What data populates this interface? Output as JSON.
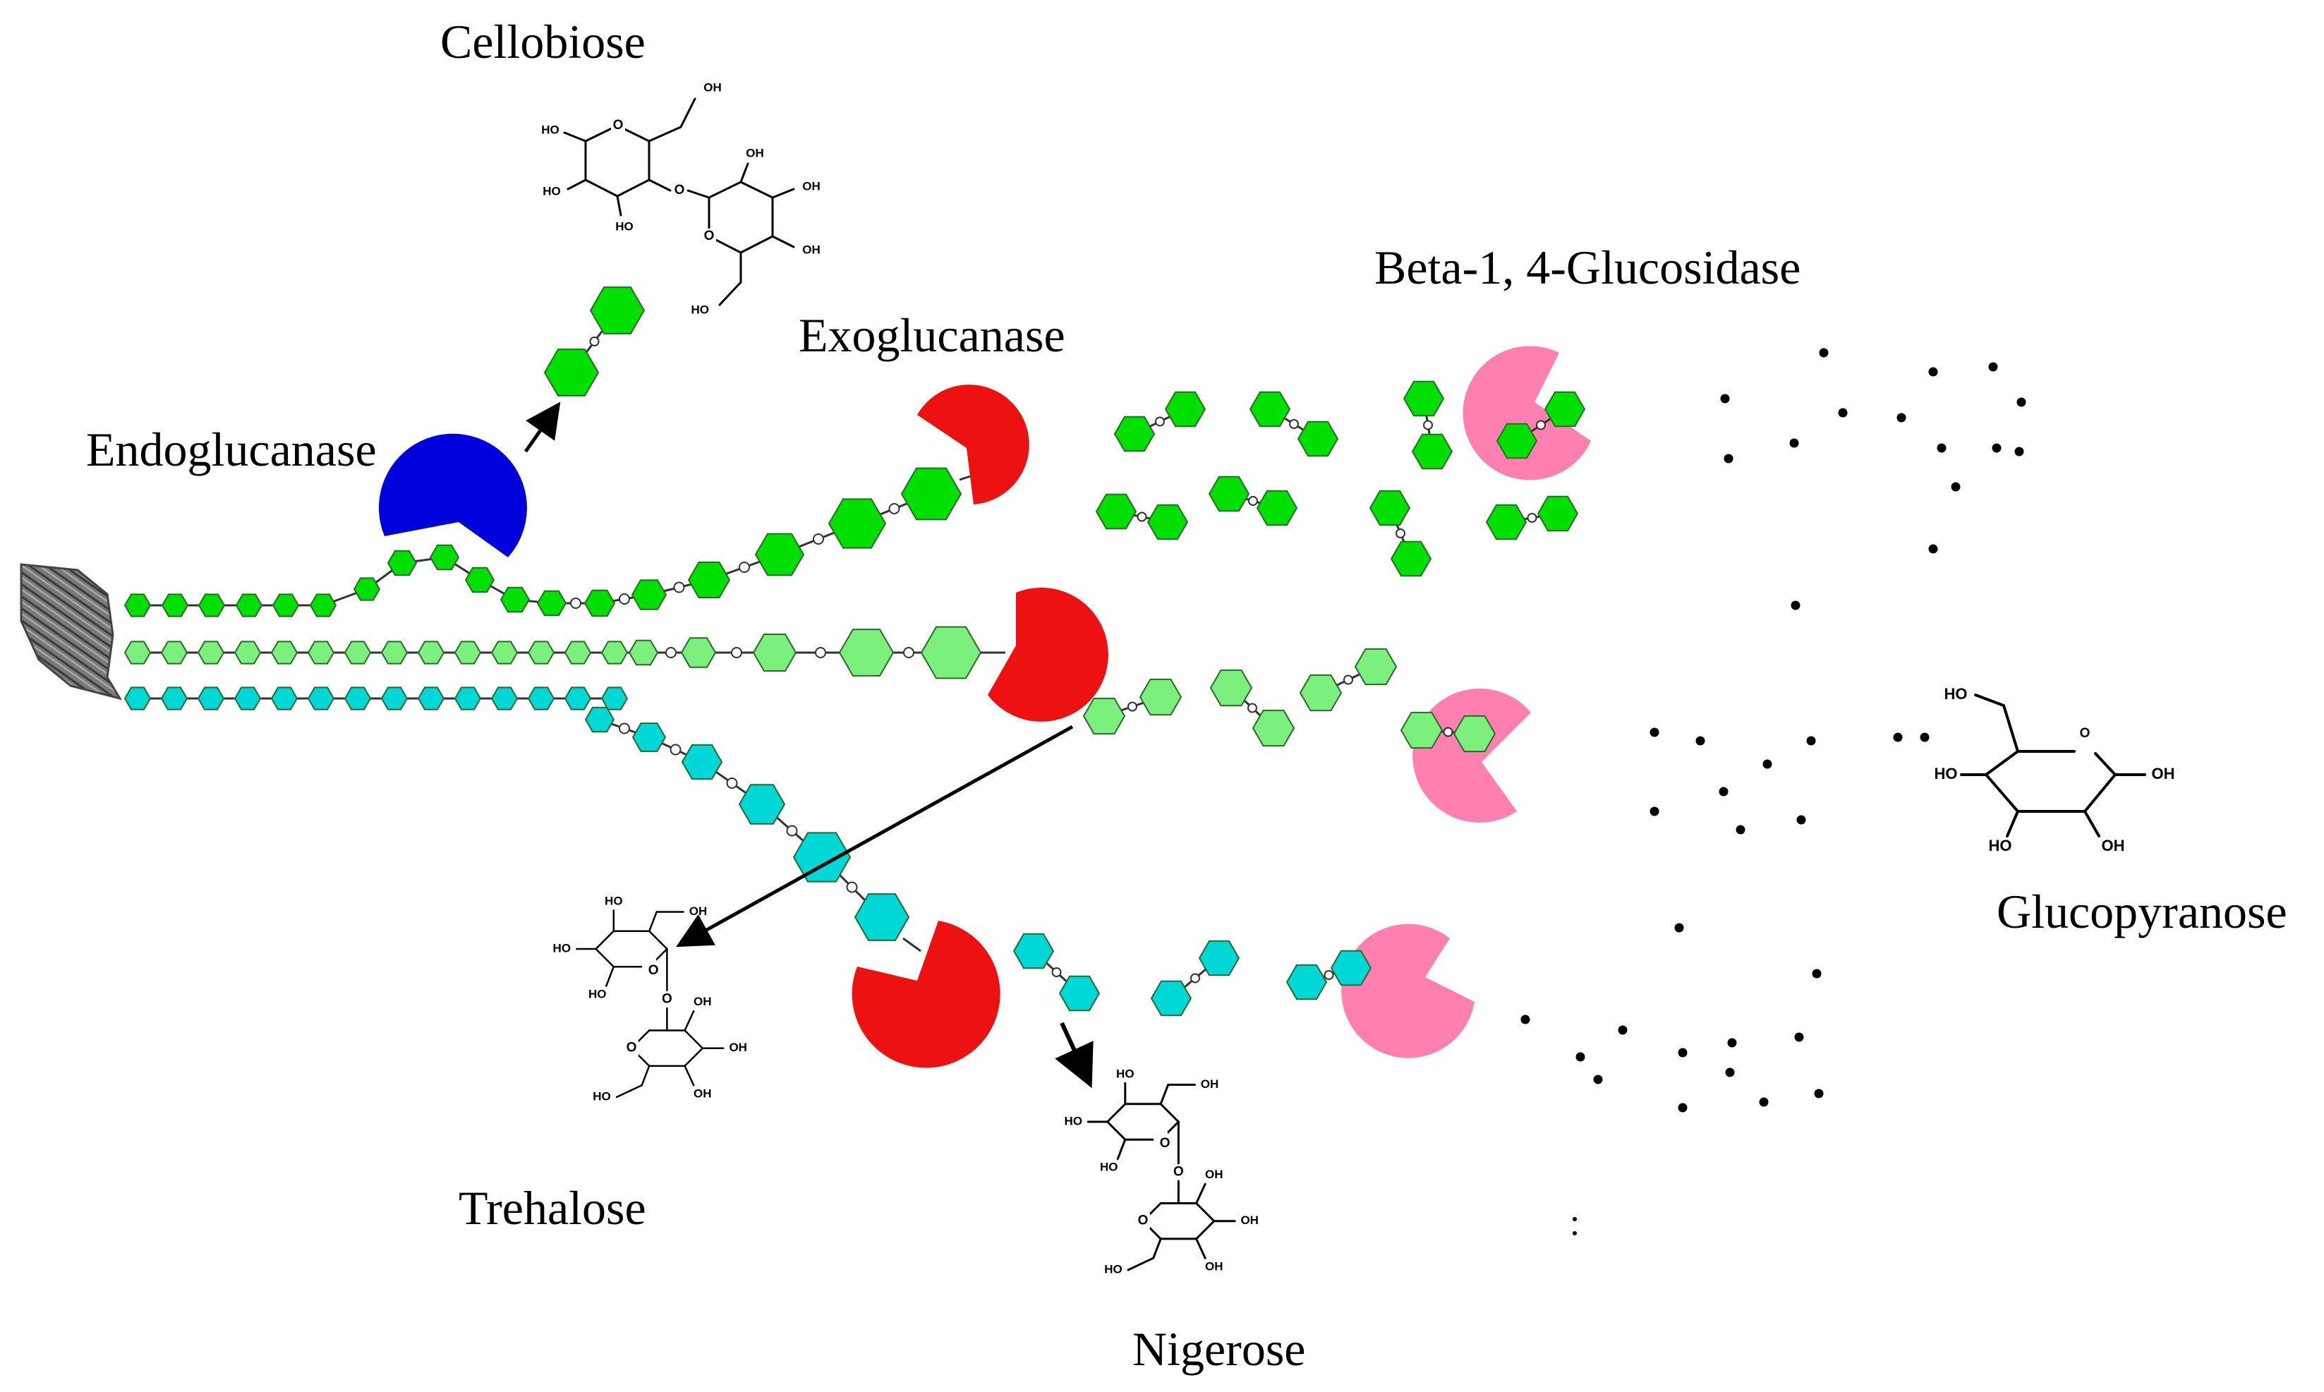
{
  "labels": {
    "cellobiose": "Cellobiose",
    "endoglucanase": "Endoglucanase",
    "exoglucanase": "Exoglucanase",
    "beta_glucosidase": "Beta-1, 4-Glucosidase",
    "trehalose": "Trehalose",
    "nigerose": "Nigerose",
    "glucopyranose": "Glucopyranose"
  },
  "chem": {
    "hydroxyl": "HO",
    "hydroxyl_r": "OH",
    "oxygen": "O"
  },
  "colors": {
    "chain_dark_green": "#00e000",
    "chain_light_green": "#7cf07c",
    "chain_cyan": "#00d8d8",
    "endoglucanase": "#0000dd",
    "exoglucanase": "#ee1111",
    "beta_glucosidase": "#ff80b0",
    "glucose_dot": "#000000"
  },
  "icons": {
    "cellulose_fiber": "fiber-texture",
    "enzyme": "pacman-shape",
    "glucose_unit": "hexagon",
    "glucose_molecule": "dot"
  }
}
